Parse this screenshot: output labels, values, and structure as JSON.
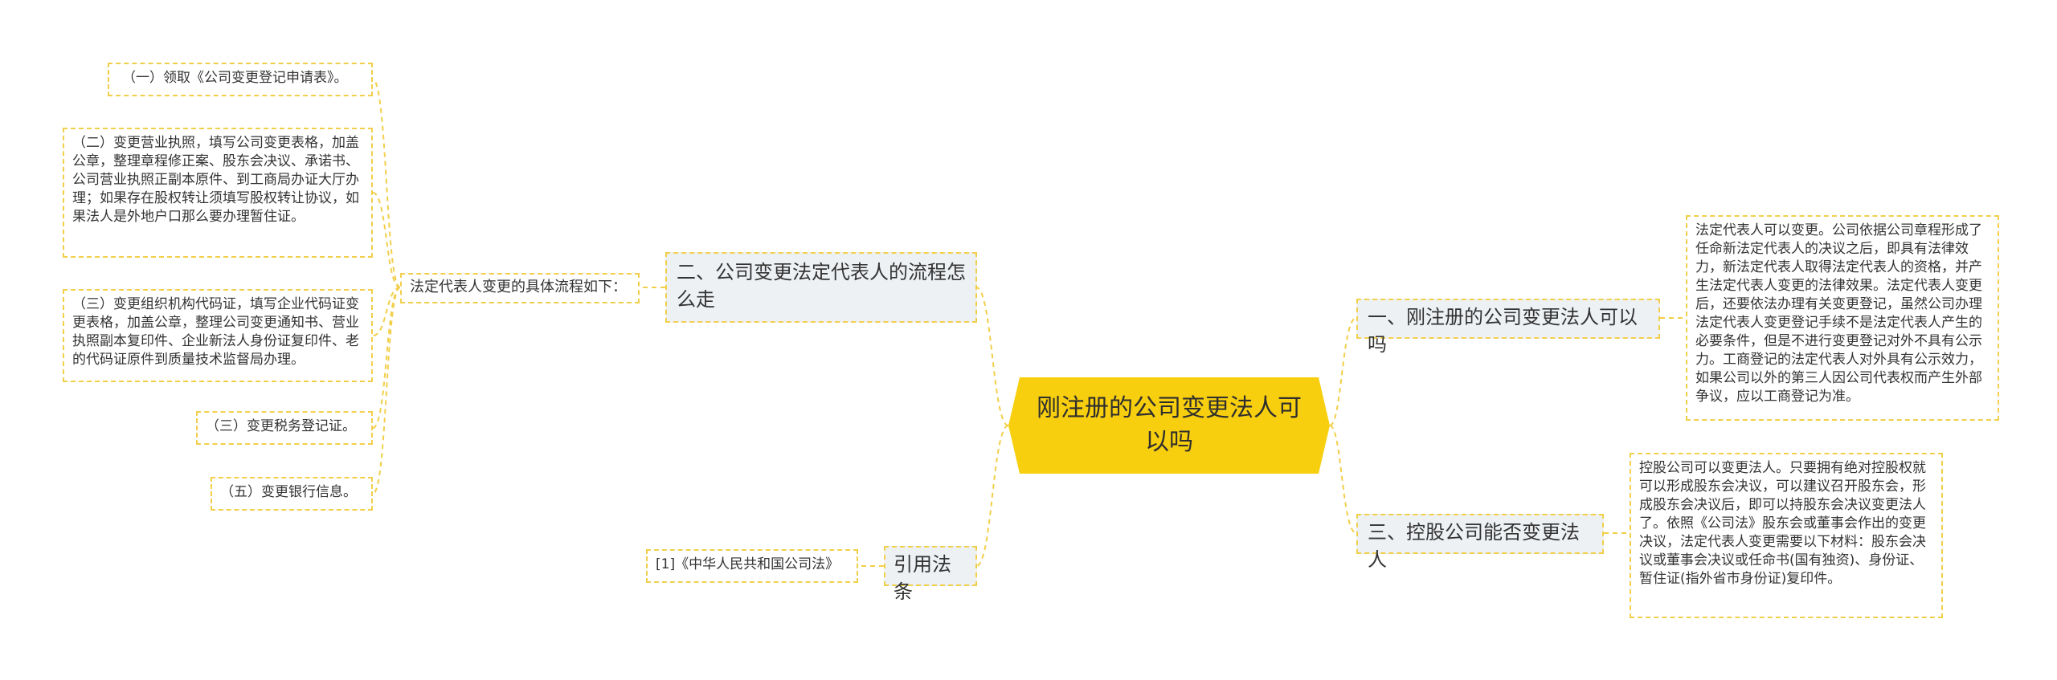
{
  "colors": {
    "center_fill": "#f8cf0f",
    "border": "#f2cf4a",
    "branch_fill": "#eef1f4",
    "line": "#f2cf4a"
  },
  "center": {
    "text": "刚注册的公司变更法人可以吗"
  },
  "left": {
    "process": {
      "title": "二、公司变更法定代表人的流程怎么走",
      "intro": "法定代表人变更的具体流程如下：",
      "steps": [
        "（一）领取《公司变更登记申请表》。",
        "（二）变更营业执照，填写公司变更表格，加盖公章，整理章程修正案、股东会决议、承诺书、公司营业执照正副本原件、到工商局办证大厅办理；如果存在股权转让须填写股权转让协议，如果法人是外地户口那么要办理暂住证。",
        "（三）变更组织机构代码证，填写企业代码证变更表格，加盖公章，整理公司变更通知书、营业执照副本复印件、企业新法人身份证复印件、老的代码证原件到质量技术监督局办理。",
        "（三）变更税务登记证。",
        "（五）变更银行信息。"
      ]
    },
    "citation": {
      "title": "引用法条",
      "items": [
        "[1]《中华人民共和国公司法》"
      ]
    }
  },
  "right": {
    "q1": {
      "title": "一、刚注册的公司变更法人可以吗",
      "text": "法定代表人可以变更。公司依据公司章程形成了任命新法定代表人的决议之后，即具有法律效力，新法定代表人取得法定代表人的资格，并产生法定代表人变更的法律效果。法定代表人变更后，还要依法办理有关变更登记，虽然公司办理法定代表人变更登记手续不是法定代表人产生的必要条件，但是不进行变更登记对外不具有公示力。工商登记的法定代表人对外具有公示效力，如果公司以外的第三人因公司代表权而产生外部争议，应以工商登记为准。"
    },
    "q2": {
      "title": "三、控股公司能否变更法人",
      "text": "控股公司可以变更法人。只要拥有绝对控股权就可以形成股东会决议，可以建议召开股东会，形成股东会决议后，即可以持股东会决议变更法人了。依照《公司法》股东会或董事会作出的变更决议，法定代表人变更需要以下材料：股东会决议或董事会决议或任命书(国有独资)、身份证、暂住证(指外省市身份证)复印件。"
    }
  }
}
